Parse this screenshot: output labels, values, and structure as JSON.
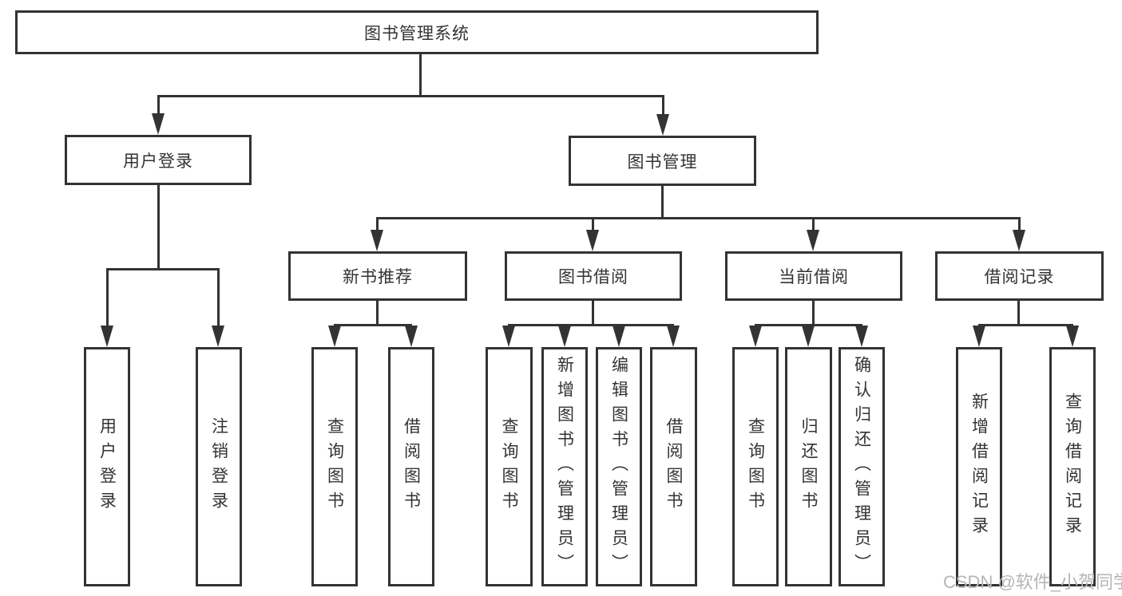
{
  "diagram_title": "图书管理系统",
  "tree": {
    "label": "图书管理系统",
    "children": [
      {
        "label": "用户登录",
        "children": [
          {
            "label": "用户登录"
          },
          {
            "label": "注销登录"
          }
        ]
      },
      {
        "label": "图书管理",
        "children": [
          {
            "label": "新书推荐",
            "children": [
              {
                "label": "查询图书"
              },
              {
                "label": "借阅图书"
              }
            ]
          },
          {
            "label": "图书借阅",
            "children": [
              {
                "label": "查询图书"
              },
              {
                "label": "新增图书（管理员）"
              },
              {
                "label": "编辑图书（管理员）"
              },
              {
                "label": "借阅图书"
              }
            ]
          },
          {
            "label": "当前借阅",
            "children": [
              {
                "label": "查询图书"
              },
              {
                "label": "归还图书"
              },
              {
                "label": "确认归还（管理员）"
              }
            ]
          },
          {
            "label": "借阅记录",
            "children": [
              {
                "label": "新增借阅记录"
              },
              {
                "label": "查询借阅记录"
              }
            ]
          }
        ]
      }
    ]
  },
  "watermark": "CSDN @软件_小贺同学",
  "colors": {
    "line": "#333333",
    "box_border": "#333333",
    "background": "#ffffff",
    "text": "#333333",
    "watermark": "#b5b5b5"
  }
}
